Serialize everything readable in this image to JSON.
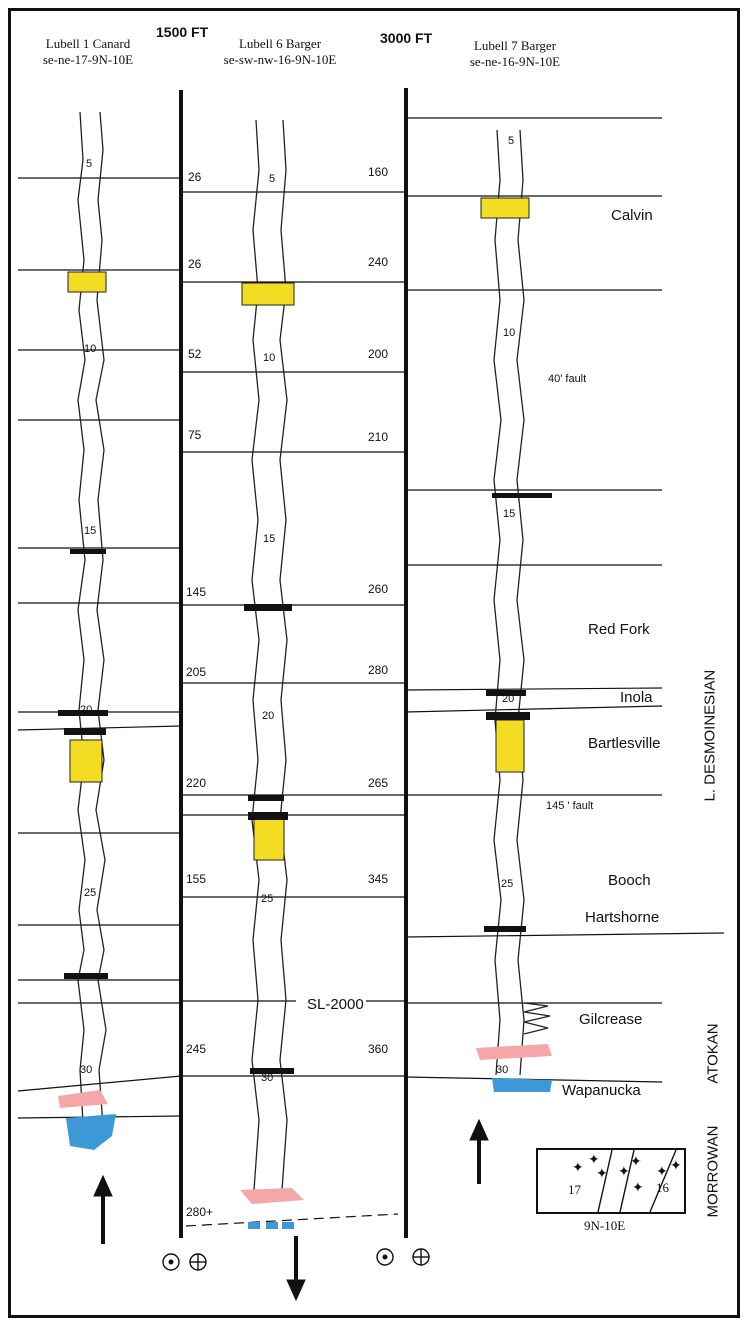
{
  "distances": {
    "d1": "1500 FT",
    "d2": "3000 FT"
  },
  "wells": [
    {
      "name": "Lubell 1 Canard",
      "loc": "se-ne-17-9N-10E"
    },
    {
      "name": "Lubell 6 Barger",
      "loc": "se-sw-nw-16-9N-10E"
    },
    {
      "name": "Lubell 7 Barger",
      "loc": "se-ne-16-9N-10E"
    }
  ],
  "thickness_left": [
    "26",
    "26",
    "52",
    "75",
    "145",
    "205",
    "220",
    "155",
    "245",
    "280+"
  ],
  "thickness_right": [
    "160",
    "240",
    "200",
    "210",
    "260",
    "280",
    "265",
    "345",
    "360"
  ],
  "depth_ticks": [
    "5",
    "10",
    "15",
    "20",
    "25",
    "30"
  ],
  "formations": [
    "Calvin",
    "Red Fork",
    "Inola",
    "Bartlesville",
    "Booch",
    "Hartshorne",
    "Gilcrease",
    "Wapanucka"
  ],
  "faults": [
    "40' fault",
    "145 ' fault"
  ],
  "datum": "SL-2000",
  "ages": {
    "desmoinesian": "L. DESMOINESIAN",
    "atokan": "ATOKAN",
    "morrowan": "MORROWAN"
  },
  "inset": {
    "sec_a": "17",
    "sec_b": "16",
    "township": "9N-10E"
  },
  "colors": {
    "sand": "#f3dc22",
    "coal": "#111111",
    "pink": "#f4a6a8",
    "blue": "#3d98d8"
  }
}
